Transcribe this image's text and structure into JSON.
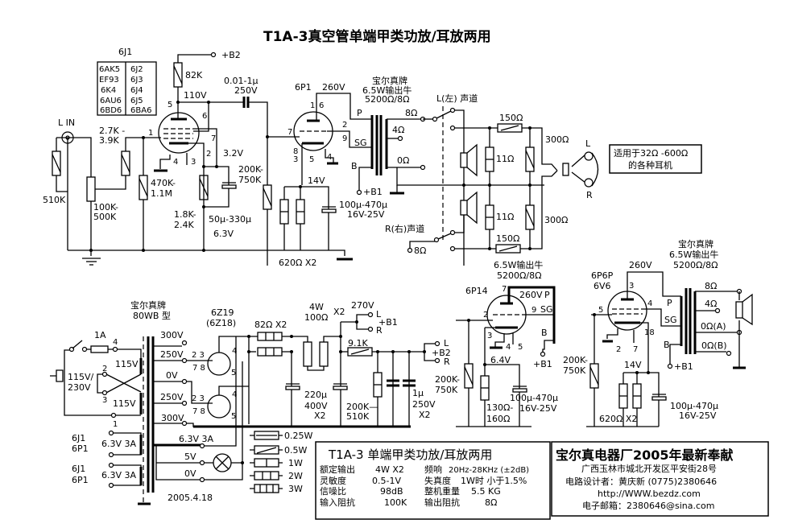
{
  "title": "T1A-3真空管单端甲类功放/耳放两用",
  "tube_sub": {
    "header": "6J1",
    "left": [
      "6AK5",
      "EF93",
      "6K4",
      "6AU6",
      "6BD6"
    ],
    "right": [
      "6J2",
      "6J3",
      "6J4",
      "6J5",
      "6BA6"
    ]
  },
  "input_stage": {
    "l_in": "L IN",
    "r510k": "510K",
    "pot": [
      "100K-",
      "500K"
    ],
    "r_grid": [
      "2.7K -",
      "3.9K"
    ],
    "r_gl": [
      "470K-",
      "1.1M"
    ],
    "r82k": "82K",
    "b2": "+B2",
    "v110": "110V",
    "cap": [
      "0.01-1μ",
      "250V"
    ],
    "pins": {
      "p5": "5",
      "p6": "6",
      "p1": "1",
      "p7": "7",
      "p2": "2",
      "p4": "4",
      "p3": "3"
    },
    "v32": "3.2V",
    "rk": [
      "1.8K-",
      "2.4K"
    ],
    "ck": [
      "50μ-330μ",
      "6.3V"
    ],
    "rg2": [
      "200K-",
      "750K"
    ]
  },
  "output_stage": {
    "tube": "6P1",
    "v260": "260V",
    "pins": {
      "p1": "1",
      "p6": "6",
      "p7": "7",
      "p2": "2",
      "p9": "9",
      "p8": "8",
      "p3": "3",
      "p5": "5",
      "p4": "4"
    },
    "v14": "14V",
    "rk": "620Ω X2",
    "ck": [
      "100μ-470μ",
      "16V-25V"
    ],
    "xfmr": [
      "宝尔真牌",
      "6.5W输出牛",
      "5200Ω/8Ω"
    ],
    "P": "P",
    "SG": "SG",
    "B": "B",
    "B1": "+B1",
    "o8": "8Ω",
    "o4": "4Ω",
    "o0": "0Ω"
  },
  "switch_net": {
    "l_ch": "L(左) 声道",
    "r_ch": "R(右)声道",
    "r8": "8Ω",
    "r150a": "150Ω",
    "r150b": "150Ω",
    "r11a": "11Ω",
    "r11b": "11Ω",
    "r300a": "300Ω",
    "r300b": "300Ω",
    "L": "L",
    "R": "R",
    "note": [
      "适用于32Ω -600Ω",
      "的各种耳机"
    ]
  },
  "psu": {
    "brand": [
      "宝尔真牌",
      "80WB 型"
    ],
    "fuse": "1A",
    "mains": [
      "115V/",
      "230V"
    ],
    "p115a": "115V",
    "p115b": "115V",
    "n4": "4",
    "n2": "2",
    "n3": "3",
    "n1": "1",
    "s300a": "300V",
    "s250a": "250V",
    "s0": "0V",
    "s250b": "250V",
    "s300b": "300V",
    "rect": [
      "6Z19",
      "(6Z18)"
    ],
    "rp": {
      "a": "2 3",
      "b": "7 8",
      "c": "4",
      "d": "5"
    },
    "fil1": "6.3V 3A",
    "fil2": "5V",
    "fil3": "0V",
    "h1": [
      "6J1",
      "6P1",
      "6.3V 3A"
    ],
    "h2": [
      "6J1",
      "6P1",
      "6.3V 3A"
    ],
    "date": "2005.4.18",
    "r82": "82Ω X2",
    "r100": [
      "4W",
      "100Ω"
    ],
    "x2a": "X2",
    "c220": [
      "220μ",
      "400V",
      "X2"
    ],
    "v270": "270V",
    "b1": "+B1",
    "b1L": "L",
    "b1R": "R",
    "r91": "9.1K",
    "rbl": [
      "200K—",
      "510K"
    ],
    "c1": [
      "1μ",
      "250V",
      "X2"
    ],
    "b2": "+B2",
    "b2L": "L",
    "b2R": "R"
  },
  "legend": [
    {
      "label": "0.25W"
    },
    {
      "label": "0.5W"
    },
    {
      "label": "1W"
    },
    {
      "label": "2W"
    },
    {
      "label": "3W"
    }
  ],
  "alt_6p14": {
    "xfmr": [
      "6.5W输出牛",
      "5200Ω/8Ω"
    ],
    "tube": "6P14",
    "p7": "7",
    "v260": "260V",
    "P": "P",
    "p9": "9",
    "SG": "SG",
    "p2": "2",
    "p3": "3",
    "p4": "4",
    "p5": "5",
    "B": "B",
    "B1": "+B1",
    "v64": "6.4V",
    "rg": [
      "200K-",
      "750K"
    ],
    "rk": [
      "130Ω-",
      "160Ω"
    ],
    "ck": [
      "100μ-470μ",
      "16V-25V"
    ]
  },
  "alt_6p6p": {
    "xfmr": [
      "宝尔真牌",
      "6.5W输出牛",
      "5200Ω/8Ω"
    ],
    "tube": [
      "6P6P",
      "6V6"
    ],
    "v260": "260V",
    "p3": "3",
    "p4": "4",
    "p5": "5",
    "p2": "2",
    "p7": "7",
    "p18": "18",
    "P": "P",
    "SG": "SG",
    "B": "B",
    "B1": "+B1",
    "o8": "8Ω",
    "o4": "4Ω",
    "oA": "0Ω(A)",
    "oB": "0Ω(B)",
    "rg": [
      "200K-",
      "750K"
    ],
    "v14": "14V",
    "rk": "620Ω X2",
    "ck": [
      "100μ-470μ",
      "16V-25V"
    ]
  },
  "spec_box": {
    "title": "T1A-3   单端甲类功放/耳放两用",
    "rows": [
      {
        "k1": "额定输出",
        "v1": "4W X2",
        "k2": "频响",
        "v2": "20Hz-28KHz (±2dB)"
      },
      {
        "k1": "灵敏度",
        "v1": "0.5-1V",
        "k2": "失真度",
        "v2": "1W时 小于1.5%"
      },
      {
        "k1": "信噪比",
        "v1": "98dB",
        "k2": "整机重量",
        "v2": "5.5 KG"
      },
      {
        "k1": "输入阻抗",
        "v1": "100K",
        "k2": "输出阻抗",
        "v2": "8Ω"
      }
    ]
  },
  "maker_box": {
    "title": "宝尔真电器厂2005年最新奉献",
    "address": "广西玉林市城北开发区平安街28号",
    "designer": "电路设计者：黄庆新    (0775)2380646",
    "url": "http://WWW.bezdz.com",
    "email": "电子邮箱：2380646@sina.com"
  }
}
